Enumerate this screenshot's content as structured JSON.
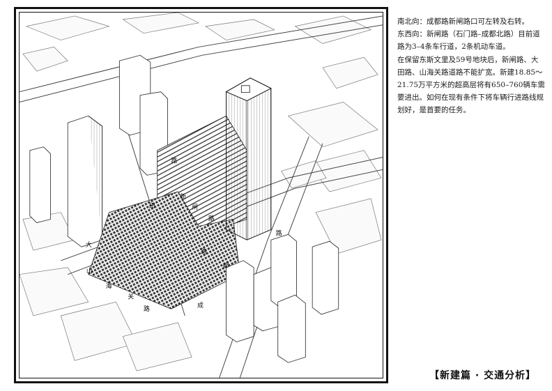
{
  "description": {
    "paragraphs": [
      "南北向：成都路新闸路口可左转及右转。",
      "东西向：新闸路（石门路–成都北路）目前道路为3–4条车行道，2条机动车道。",
      "在保留东斯文里及59号地块后，新闸路、大田路、山海关路道路不能扩宽。新建18.85～21.75万平方米的超高层将有650–760辆车需要进出。如何在现有条件下将车辆行进路线规划好，是首要的任务。"
    ]
  },
  "caption": "【新建篇 · 交通分析】",
  "road_labels": {
    "xinzha_1": "路",
    "xinzha_2": "新",
    "xinzha_3": "闸",
    "xinzha_4": "路",
    "datian_1": "田",
    "datian_2": "大",
    "shanhaiguan_1": "山",
    "shanhaiguan_2": "海",
    "shanhaiguan_3": "关",
    "shanhaiguan_4": "路",
    "chengdu_1": "成",
    "chengdu_2": "都",
    "chengdu_3": "路",
    "main_road": "路"
  }
}
